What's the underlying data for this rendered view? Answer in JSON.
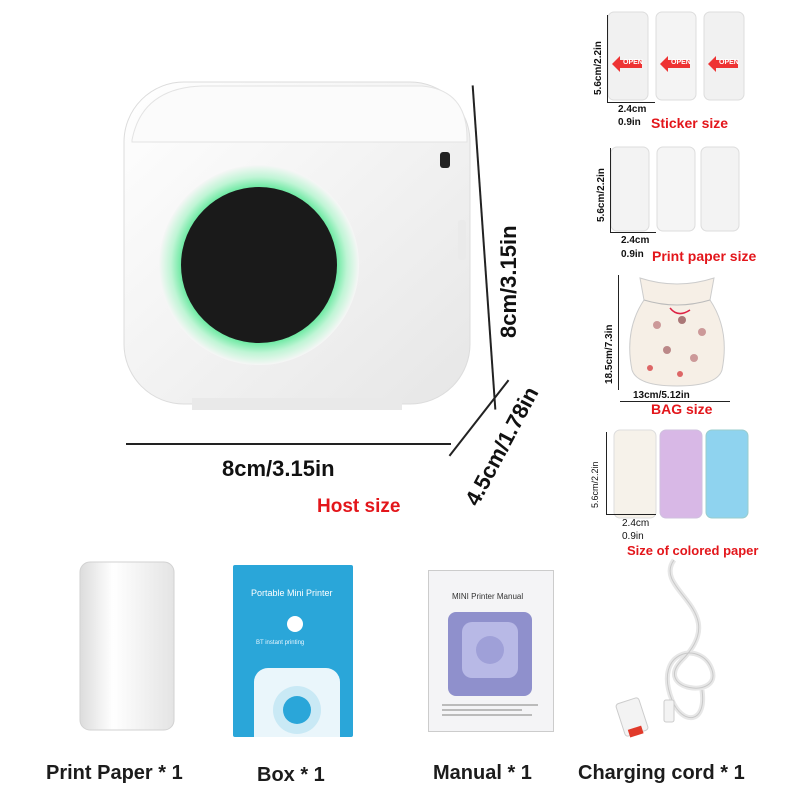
{
  "host": {
    "width_label": "8cm/3.15in",
    "height_label": "8cm/3.15in",
    "depth_label": "4.5cm/1.78in",
    "caption": "Host size"
  },
  "sticker": {
    "height_label": "5.6cm/2.2in",
    "width_cm": "2.4cm",
    "width_in": "0.9in",
    "roll_text": "OPEN",
    "caption": "Sticker size"
  },
  "print_paper": {
    "height_label": "5.6cm/2.2in",
    "width_cm": "2.4cm",
    "width_in": "0.9in",
    "caption": "Print paper size"
  },
  "bag": {
    "height_label": "18.5cm/7.3in",
    "width_label": "13cm/5.12in",
    "caption": "BAG size"
  },
  "colored": {
    "height_label": "5.6cm/2.2in",
    "width_cm": "2.4cm",
    "width_in": "0.9in",
    "caption": "Size of colored paper"
  },
  "box": {
    "title": "Portable Mini Printer",
    "subtitle": "BT instant printing"
  },
  "manual": {
    "title": "MINI Printer Manual"
  },
  "items": [
    {
      "label": "Print Paper * 1"
    },
    {
      "label": "Box * 1"
    },
    {
      "label": "Manual * 1"
    },
    {
      "label": "Charging cord * 1"
    }
  ],
  "colors": {
    "accent_red": "#e3161b",
    "ring_green": "#3ee08a",
    "box_blue": "#2aa6d9",
    "manual_purple": "#8f90cc",
    "roll_pink": "#d8b8e6",
    "roll_blue": "#8fd3ef"
  }
}
